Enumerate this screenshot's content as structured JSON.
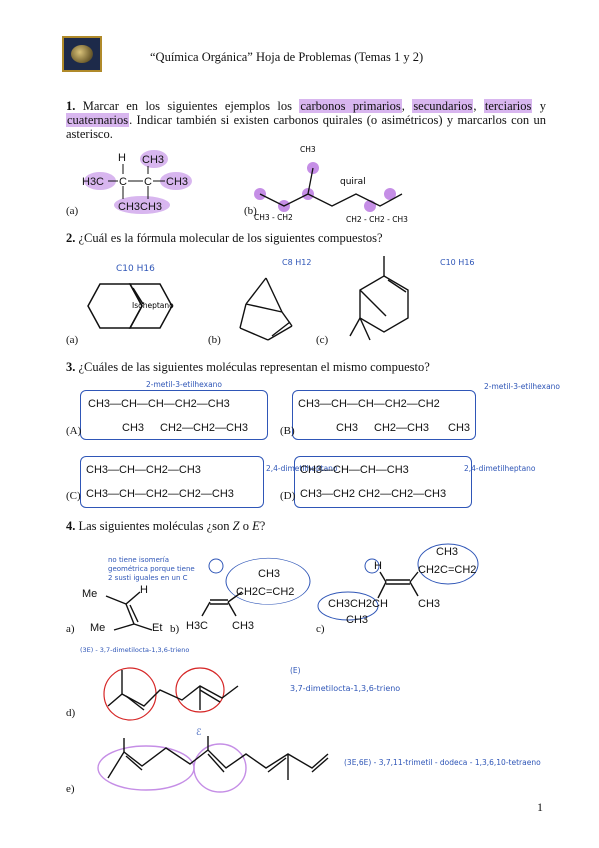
{
  "header": {
    "title": "“Química Orgánica” Hoja de Problemas  (Temas 1 y 2)"
  },
  "q1": {
    "num": "1.",
    "text_a": " Marcar en los siguientes ejemplos los ",
    "hl1": "carbonos primarios",
    "sep1": ", ",
    "hl2": "secundarios",
    "sep2": ", ",
    "hl3": "terciarios",
    "sep3": " y ",
    "hl4": "cuaternarios",
    "text_b": ". Indicar también si existen carbonos quirales (o asimétricos) y marcarlos con un asterisco.",
    "label_a": "(a)",
    "label_b": "(b)",
    "mol_a": {
      "h": "H",
      "ch3_top": "CH3",
      "h3c": "H3C",
      "c1": "C",
      "c2": "C",
      "ch3_right": "CH3",
      "bottom": "CH3CH3"
    },
    "notes": {
      "ch3": "CH3",
      "quiral": "quiral",
      "left": "CH3 - CH2",
      "right": "CH2 - CH2 - CH3"
    }
  },
  "q2": {
    "num": "2.",
    "text": " ¿Cuál es la fórmula molecular de los siguientes compuestos?",
    "label_a": "(a)",
    "label_b": "(b)",
    "label_c": "(c)",
    "notes": {
      "f_a": "C10 H16",
      "f_b": "C8 H12",
      "f_c": "C10 H16",
      "inner_a": "Isoheptano"
    }
  },
  "q3": {
    "num": "3.",
    "text": " ¿Cuáles de las siguientes moléculas representan el mismo compuesto?",
    "A": {
      "label": "(A)",
      "top": "CH3—CH—CH—CH2—CH3",
      "b1": "CH3",
      "b2": "CH2—CH2—CH3"
    },
    "B": {
      "label": "(B)",
      "top": "CH3—CH—CH—CH2—CH2",
      "b1": "CH3",
      "b2": "CH2—CH3",
      "b3": "CH3"
    },
    "C": {
      "label": "(C)",
      "top": "CH3—CH—CH2—CH3",
      "bot": "CH3—CH—CH2—CH2—CH3"
    },
    "D": {
      "label": "(D)",
      "top": "CH3—CH—CH—CH3",
      "bot": "CH3—CH2   CH2—CH2—CH3"
    },
    "notes": {
      "a": "2-metil-3-etilhexano",
      "b": "2-metil-3-etilhexano",
      "c": "2,4-dimetilheptano",
      "d": "2,4-dimetilheptano"
    }
  },
  "q4": {
    "num": "4.",
    "text_a": " Las siguientes moléculas ¿son ",
    "z": "Z",
    "mid": " o ",
    "e": "E",
    "end": "?",
    "labels": {
      "a": "a)",
      "b": "b)",
      "c": "c)",
      "d": "d)",
      "e": "e)"
    },
    "mol_a": {
      "me_top": "Me",
      "h": "H",
      "me_bot": "Me",
      "et": "Et"
    },
    "mol_b": {
      "ch3": "CH3",
      "chain": "CH2C=CH2",
      "h3c": "H3C",
      "ch3b": "CH3"
    },
    "mol_c": {
      "ch3": "CH3",
      "chain": "CH2C=CH2",
      "h": "H",
      "left": "CH3CH2CH",
      "ch3b": "CH3",
      "ch3c": "CH3"
    },
    "notes": {
      "a_note": "no tiene isomería geométrica porque tiene 2 susti iguales en un C",
      "d_formula": "3,7-dimetilocta-1,3,6-trieno",
      "d_top": "(3E) - 3,7-dimetilocta-1,3,6-trieno",
      "e_formula": "(3E,6E) - 3,7,11-trimetil - dodeca - 1,3,6,10-tetraeno",
      "e_left": "ℰ",
      "d_tag": "(E)"
    }
  },
  "page": {
    "number": "1"
  }
}
